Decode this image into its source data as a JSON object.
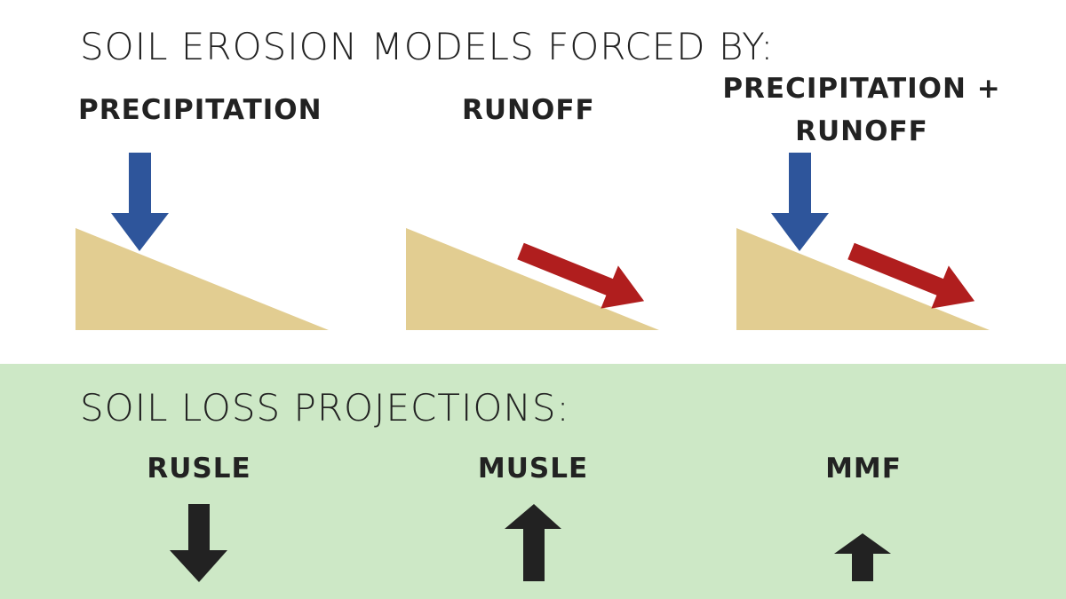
{
  "heading_models": "SOIL EROSION MODELS FORCED BY:",
  "heading_projections": "SOIL LOSS PROJECTIONS:",
  "models": [
    {
      "label": "PRECIPITATION"
    },
    {
      "label": "RUNOFF"
    },
    {
      "label_line1": "PRECIPITATION +",
      "label_line2": "RUNOFF"
    }
  ],
  "projections": [
    {
      "label": "RUSLE",
      "direction": "down"
    },
    {
      "label": "MUSLE",
      "direction": "up"
    },
    {
      "label": "MMF",
      "direction": "up-small"
    }
  ],
  "colors": {
    "soil": "#e2cd91",
    "precipitation_arrow": "#2e559b",
    "runoff_arrow": "#b01e1e",
    "projection_arrow": "#222222",
    "projections_background": "#cde8c6"
  }
}
